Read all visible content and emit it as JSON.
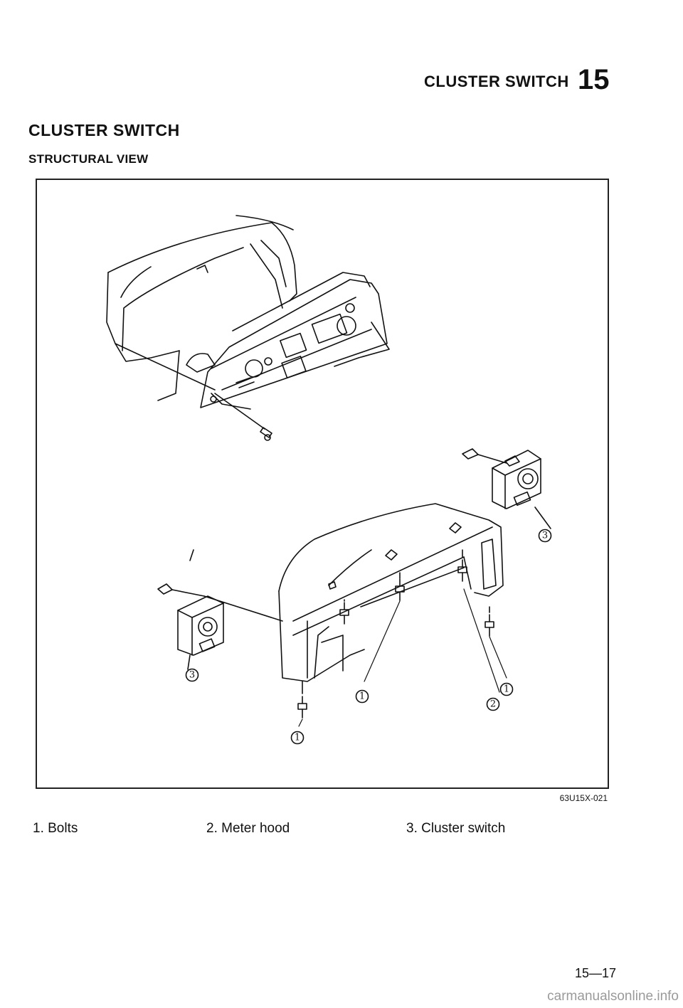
{
  "header": {
    "title": "CLUSTER SWITCH",
    "section_number": "15"
  },
  "section": {
    "title": "CLUSTER SWITCH",
    "subtitle": "STRUCTURAL VIEW"
  },
  "figure": {
    "code": "63U15X-021",
    "callouts": {
      "bolt": "1",
      "meter_hood": "2",
      "cluster_switch": "3"
    }
  },
  "legend": [
    {
      "label": "1. Bolts"
    },
    {
      "label": "2. Meter hood"
    },
    {
      "label": "3. Cluster switch"
    }
  ],
  "footer": {
    "page_number": "15—17",
    "watermark": "carmanualsonline.info"
  }
}
